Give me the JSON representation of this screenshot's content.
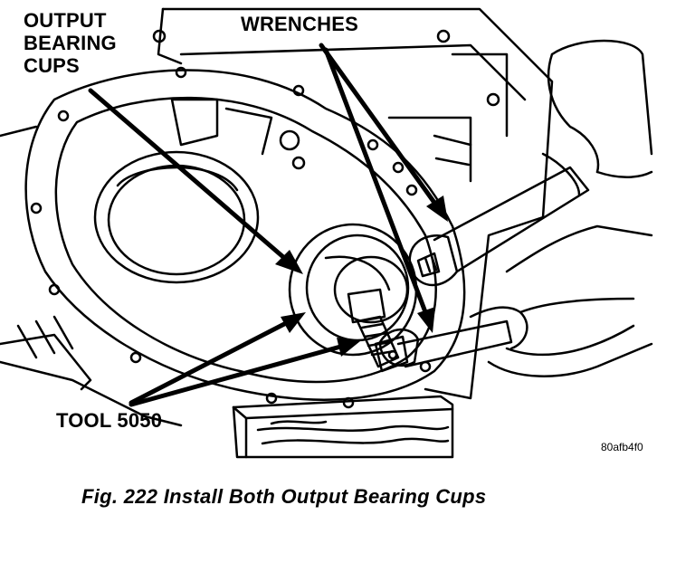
{
  "figure": {
    "callouts": {
      "bearing_line1": "OUTPUT",
      "bearing_line2": "BEARING",
      "bearing_line3": "CUPS",
      "wrenches": "WRENCHES",
      "tool": "TOOL 5050"
    },
    "reference_code": "80afb4f0",
    "caption": "Fig. 222 Install Both Output Bearing Cups"
  },
  "colors": {
    "ink": "#000000",
    "paper": "#ffffff"
  }
}
